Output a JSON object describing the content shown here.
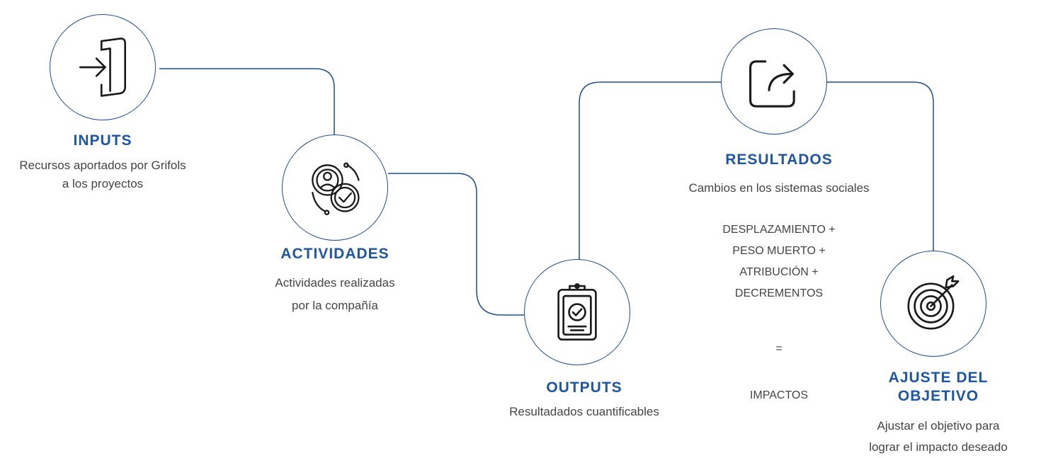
{
  "colors": {
    "connector": "#1f4e8c",
    "title": "#1e56a0",
    "text": "#444444",
    "icon": "#1a1a1a"
  },
  "steps": [
    {
      "icon": "enter-door-icon",
      "title": "INPUTS",
      "desc_lines": [
        "Recursos aportados por Grifols",
        "a los proyectos"
      ]
    },
    {
      "icon": "person-check-icon",
      "title": "ACTIVIDADES",
      "desc_lines": [
        "Actividades realizadas",
        "por la compañía"
      ]
    },
    {
      "icon": "clipboard-check-icon",
      "title": "OUTPUTS",
      "desc_lines": [
        "Resultadados cuantificables"
      ]
    },
    {
      "icon": "share-arrow-icon",
      "title": "RESULTADOS",
      "desc_lines": [
        "Cambios en los sistemas sociales"
      ]
    },
    {
      "icon": "target-icon",
      "title_lines": [
        "AJUSTE DEL",
        "OBJETIVO"
      ],
      "desc_lines": [
        "Ajustar el objetivo para",
        "lograr el impacto deseado"
      ]
    }
  ],
  "formula": {
    "terms": [
      "DESPLAZAMIENTO +",
      "PESO MUERTO +",
      "ATRIBUCIÓN +",
      "DECREMENTOS"
    ],
    "equals": "=",
    "result": "IMPACTOS"
  }
}
